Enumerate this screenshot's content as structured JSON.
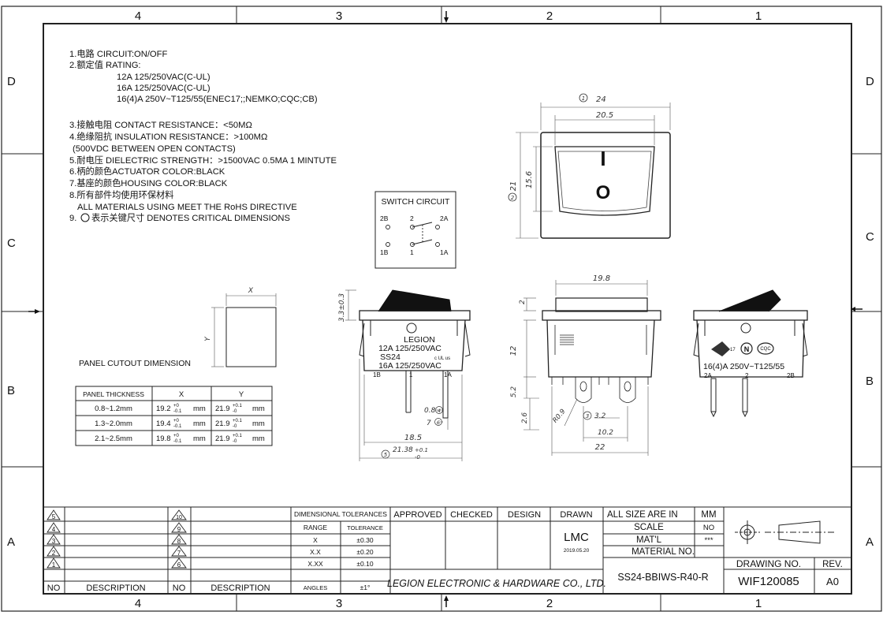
{
  "zones": {
    "cols": [
      "4",
      "3",
      "2",
      "1"
    ],
    "rows": [
      "D",
      "C",
      "B",
      "A"
    ]
  },
  "notes": [
    "1.电路 CIRCUIT:ON/OFF",
    "2.额定值 RATING:",
    "12A 125/250VAC(C-UL)",
    "16A 125/250VAC(C-UL)",
    "16(4)A 250V~T125/55(ENEC17;;NEMKO;CQC;CB)",
    "3.接触电阻 CONTACT RESISTANCE：<50MΩ",
    "4.绝缘阻抗 INSULATION RESISTANCE：>100MΩ",
    "(500VDC BETWEEN OPEN CONTACTS)",
    "5.耐电压 DIELECTRIC STRENGTH：>1500VAC 0.5MA 1 MINTUTE",
    "6.柄的颜色ACTUATOR COLOR:BLACK",
    "7.基座的颜色HOUSING COLOR:BLACK",
    "8.所有部件均使用环保材料",
    "ALL MATERIALS USING MEET THE RoHS DIRECTIVE",
    "9.",
    "表示关键尺寸 DENOTES CRITICAL DIMENSIONS"
  ],
  "switch_circuit": {
    "title": "SWITCH CIRCUIT",
    "terminals": [
      "2B",
      "2",
      "2A",
      "1B",
      "1",
      "1A"
    ]
  },
  "panel_cutout": {
    "label": "PANEL CUTOUT DIMENSION",
    "dim_x": "X",
    "dim_y": "Y",
    "headers": [
      "PANEL THICKNESS",
      "X",
      "Y"
    ],
    "rows": [
      {
        "thickness": "0.8~1.2mm",
        "x": "19.2",
        "y": "21.9"
      },
      {
        "thickness": "1.3~2.0mm",
        "x": "19.4",
        "y": "21.9"
      },
      {
        "thickness": "2.1~2.5mm",
        "x": "19.8",
        "y": "21.9"
      }
    ],
    "x_tol_upper": "+0",
    "x_tol_lower": "-0.1",
    "y_tol_upper": "+0.1",
    "y_tol_lower": "-0",
    "unit": "mm"
  },
  "front_view": {
    "dim_24": "24",
    "dim_20_5": "20.5",
    "dim_21": "21",
    "dim_15_6": "15.6",
    "crit_1": "1",
    "crit_2": "2",
    "on_symbol": "I",
    "off_symbol": "O"
  },
  "side_view": {
    "brand": "LEGION",
    "rating1": "12A 125/250VAC",
    "model": "SS24",
    "ul_mark": "c UL us",
    "rating2": "16A 125/250VAC",
    "t_1b": "1B",
    "t_1": "1",
    "t_1a": "1A",
    "dim_3_3": "3.3±0.3",
    "dim_0_8": "0.8",
    "dim_7": "7",
    "dim_18_5": "18.5",
    "dim_21_38": "21.38",
    "dim_21_38_tol_upper": "+0.1",
    "dim_21_38_tol_lower": "-0",
    "crit_5": "5",
    "crit_4": "4",
    "crit_6": "6"
  },
  "bottom_view": {
    "dim_19_8": "19.8",
    "dim_2": "2",
    "dim_12": "12",
    "dim_5_2": "5.2",
    "dim_2_6": "2.6",
    "dim_r0_9": "R0.9",
    "dim_3_2": "3.2",
    "dim_10_2": "10.2",
    "dim_22": "22",
    "crit_3": "3"
  },
  "right_view": {
    "mark_17": "17",
    "mark_n": "N",
    "mark_cqc": "CQC",
    "rating": "16(4)A 250V~T125/55",
    "t_2a": "2A",
    "t_2": "2",
    "t_2b": "2B"
  },
  "revisions": {
    "left_nums": [
      "5",
      "4",
      "3",
      "2",
      "1"
    ],
    "right_nums": [
      "10",
      "9",
      "8",
      "7",
      "6"
    ],
    "no": "NO",
    "description": "DESCRIPTION"
  },
  "tolerances": {
    "header": "DIMENSIONAL TOLERANCES",
    "col_range": "RANGE",
    "col_tol": "TOLERANCE",
    "rows": [
      {
        "range": "X",
        "tol": "±0.30"
      },
      {
        "range": "X.X",
        "tol": "±0.20"
      },
      {
        "range": "X.XX",
        "tol": "±0.10"
      },
      {
        "range": "ANGLES",
        "tol": "±1°"
      }
    ]
  },
  "title_block": {
    "approved": "APPROVED",
    "checked": "CHECKED",
    "design": "DESIGN",
    "drawn": "DRAWN",
    "drawn_by": "LMC",
    "drawn_date": "2019.05.20",
    "company": "LEGION ELECTRONIC & HARDWARE CO., LTD.",
    "all_size": "ALL SIZE ARE IN",
    "unit": "MM",
    "scale_label": "SCALE",
    "scale_value": "NO",
    "matl_label": "MAT'L",
    "matl_value": "***",
    "material_no_label": "MATERIAL NO.",
    "material_no": "SS24-BBIWS-R40-R",
    "drawing_no_label": "DRAWING NO.",
    "drawing_no": "WIF120085",
    "rev_label": "REV.",
    "rev": "A0"
  }
}
